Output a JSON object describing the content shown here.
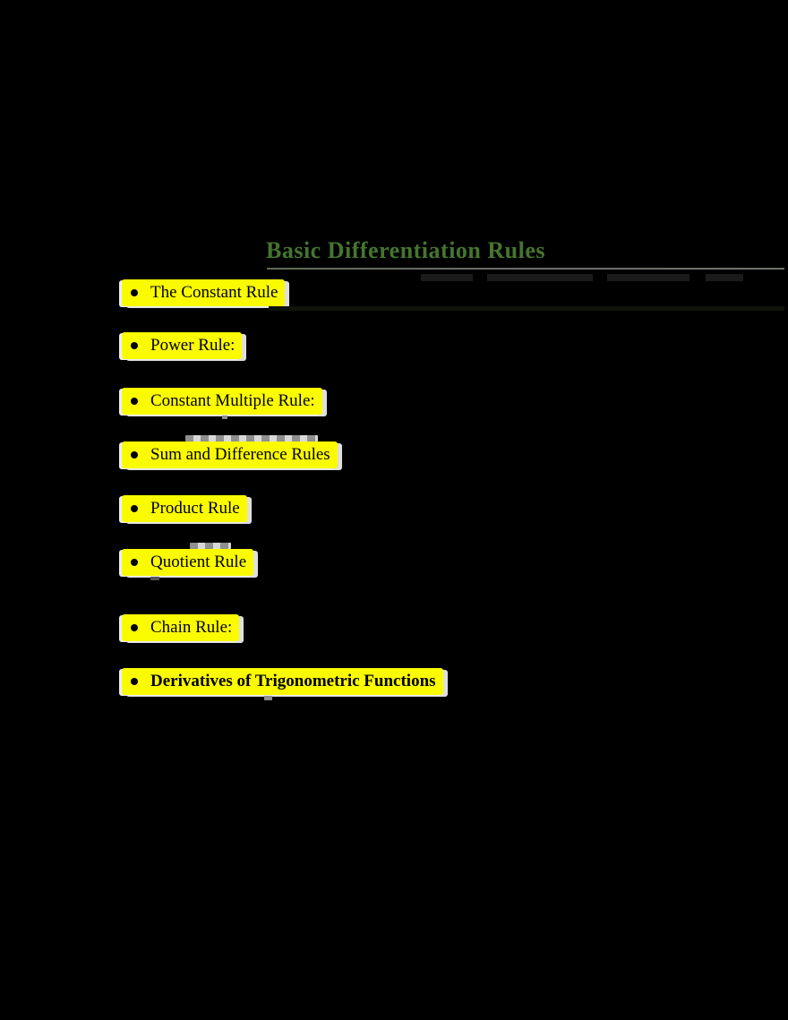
{
  "page": {
    "background_color": "#000000",
    "kind": "document-page"
  },
  "title": {
    "text": "Basic Differentiation Rules",
    "color": "#45752F",
    "underline_color": "#6F6F6F"
  },
  "highlight": {
    "color": "#FBFB00",
    "edge_color": "#ECECEC"
  },
  "bullets": [
    {
      "label": "The Constant Rule",
      "bold": false
    },
    {
      "label": "Power Rule:",
      "bold": false
    },
    {
      "label": "Constant Multiple Rule:",
      "bold": false
    },
    {
      "label": "Sum and Difference Rules",
      "bold": false
    },
    {
      "label": "Product Rule",
      "bold": false
    },
    {
      "label": "Quotient Rule",
      "bold": false
    },
    {
      "label": "Chain Rule:",
      "bold": false
    },
    {
      "label": "Derivatives of Trigonometric Functions",
      "bold": true
    }
  ],
  "bullet_glyph": "filled-circle"
}
